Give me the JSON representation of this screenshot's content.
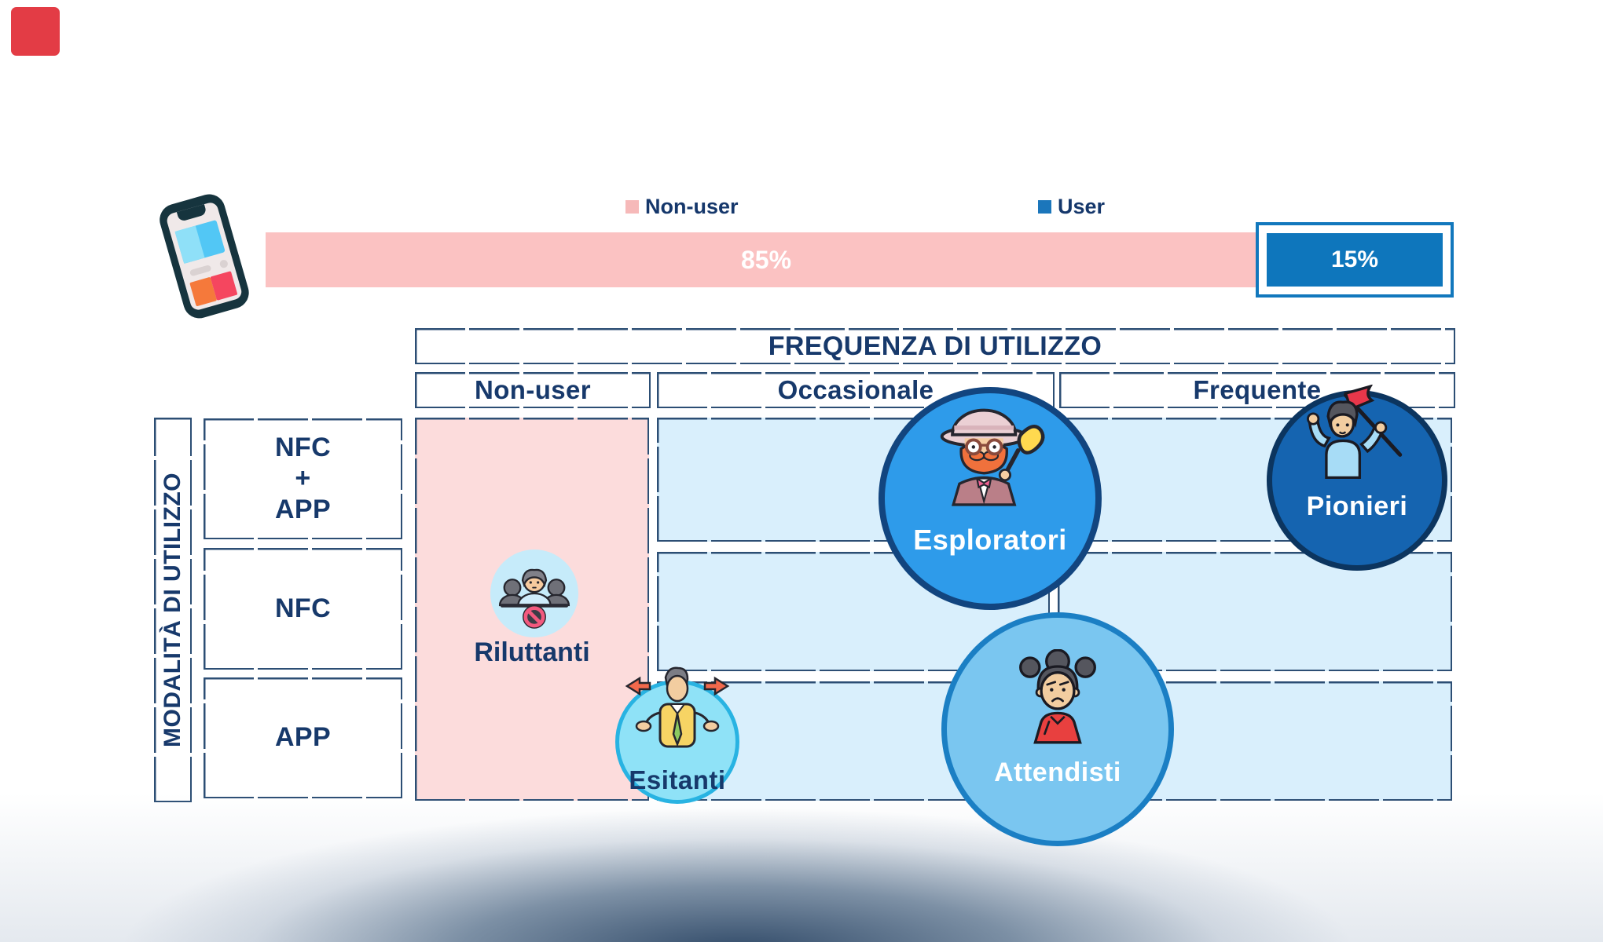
{
  "legend": {
    "non_user": "Non-user",
    "user": "User"
  },
  "bar": {
    "non_user_value": "85%",
    "user_value": "15%"
  },
  "chart_data": {
    "type": "bar",
    "orientation": "horizontal-stacked",
    "categories": [
      "Non-user",
      "User"
    ],
    "values": [
      85,
      15
    ],
    "unit": "%",
    "series_colors": [
      "#FBC2C2",
      "#0E76BC"
    ],
    "legend_position": "top",
    "highlight": "User segment outlined with blue box"
  },
  "matrix": {
    "title": "FREQUENZA DI UTILIZZO",
    "columns": [
      "Non-user",
      "Occasionale",
      "Frequente"
    ],
    "side_title": "MODALITÀ DI UTILIZZO",
    "rows": [
      "NFC\n+\nAPP",
      "NFC",
      "APP"
    ]
  },
  "segments": {
    "riluttanti": {
      "label": "Riluttanti",
      "icon": "blocked-group-icon",
      "cell": "Non-user"
    },
    "esitanti": {
      "label": "Esitanti",
      "icon": "shrugging-person-icon",
      "cell": "Non-user / Occasionale boundary"
    },
    "esploratori": {
      "label": "Esploratori",
      "icon": "explorer-icon",
      "cell": "Occasionale · NFC+APP"
    },
    "attendisti": {
      "label": "Attendisti",
      "icon": "worried-woman-icon",
      "cell": "Occasionale · APP"
    },
    "pionieri": {
      "label": "Pionieri",
      "icon": "flag-bearer-icon",
      "cell": "Frequente · NFC+APP"
    }
  },
  "colors": {
    "navy_text": "#17396B",
    "pink_bar": "#FBC2C2",
    "pink_cell": "#FCDCDC",
    "blue_bar": "#0E76BC",
    "blue_cell": "#D9EFFC",
    "box_border": "#2C4E74",
    "esploratori_fill": "#2E9BEA",
    "esploratori_border": "#12457F",
    "pionieri_fill": "#1564B0",
    "pionieri_border": "#0C355F",
    "attendisti_fill": "#7AC6F0",
    "attendisti_border": "#1B7FC4",
    "esitanti_fill": "#8FE2F7",
    "esitanti_border": "#28B3E2",
    "riluttanti_circle": "#C6EBFA",
    "corner_mark": "#E33C45"
  }
}
